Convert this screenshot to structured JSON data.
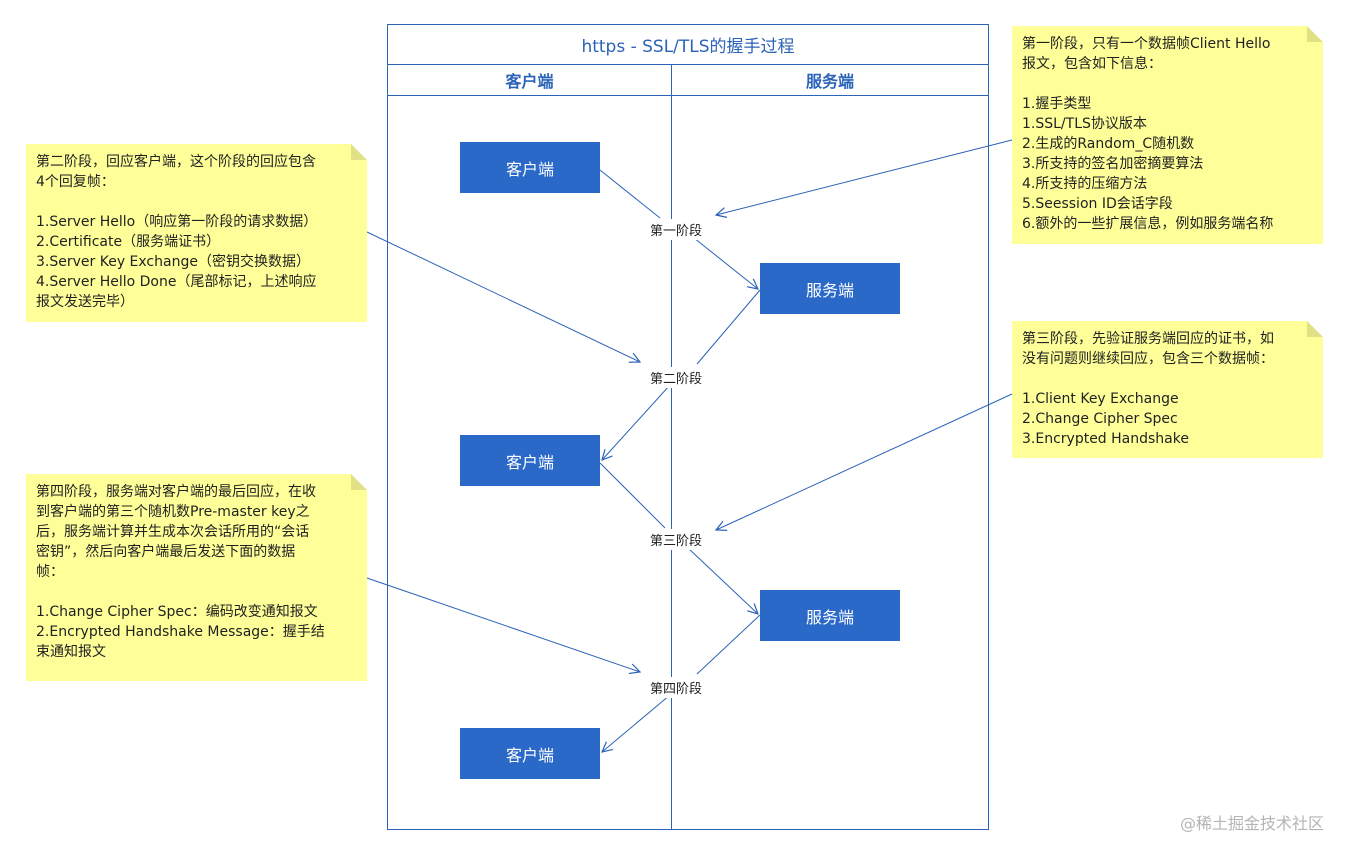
{
  "diagram": {
    "title": "https - SSL/TLS的握手过程",
    "lanes": {
      "client": "客户端",
      "server": "服务端"
    },
    "boxes": {
      "client_1": "客户端",
      "server_1": "服务端",
      "client_2": "客户端",
      "server_2": "服务端",
      "client_3": "客户端"
    },
    "stages": {
      "stage_1": "第一阶段",
      "stage_2": "第二阶段",
      "stage_3": "第三阶段",
      "stage_4": "第四阶段"
    },
    "notes": {
      "stage_1": [
        "第一阶段，只有一个数据帧Client Hello",
        "报文，包含如下信息：",
        "",
        "1.握手类型",
        "1.SSL/TLS协议版本",
        "2.生成的Random_C随机数",
        "3.所支持的签名加密摘要算法",
        "4.所支持的压缩方法",
        "5.Seession ID会话字段",
        "6.额外的一些扩展信息，例如服务端名称"
      ],
      "stage_2": [
        "第二阶段，回应客户端，这个阶段的回应包含",
        "4个回复帧：",
        "",
        "1.Server Hello（响应第一阶段的请求数据）",
        "2.Certificate（服务端证书）",
        "3.Server Key Exchange（密钥交换数据）",
        "4.Server Hello Done（尾部标记，上述响应",
        "报文发送完毕）"
      ],
      "stage_3": [
        "第三阶段，先验证服务端回应的证书，如",
        "没有问题则继续回应，包含三个数据帧：",
        "",
        "1.Client Key Exchange",
        "2.Change Cipher Spec",
        "3.Encrypted Handshake"
      ],
      "stage_4": [
        "第四阶段，服务端对客户端的最后回应，在收",
        "到客户端的第三个随机数Pre-master key之",
        "后，服务端计算并生成本次会话所用的“会话",
        "密钥”，然后向客户端最后发送下面的数据",
        "帧：",
        "",
        "1.Change Cipher Spec：编码改变通知报文",
        "2.Encrypted Handshake Message：握手结",
        "束通知报文"
      ]
    },
    "colors": {
      "accent": "#2b63b8",
      "box_fill": "#2b69c9",
      "note_fill": "#ffff99"
    }
  },
  "watermark": "@稀土掘金技术社区"
}
